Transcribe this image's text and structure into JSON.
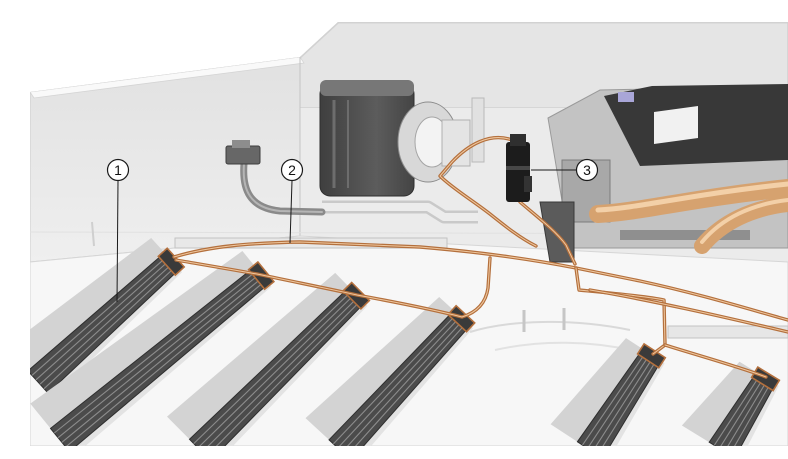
{
  "figure": {
    "callouts": [
      {
        "label": "1"
      },
      {
        "label": "2"
      },
      {
        "label": "3"
      }
    ]
  },
  "colors": {
    "wire": "#b4703d",
    "module": "#4b4b4b",
    "module_stripe": "#8c8c8c",
    "hose": "#dba874",
    "connector": "#1c1c1c"
  }
}
